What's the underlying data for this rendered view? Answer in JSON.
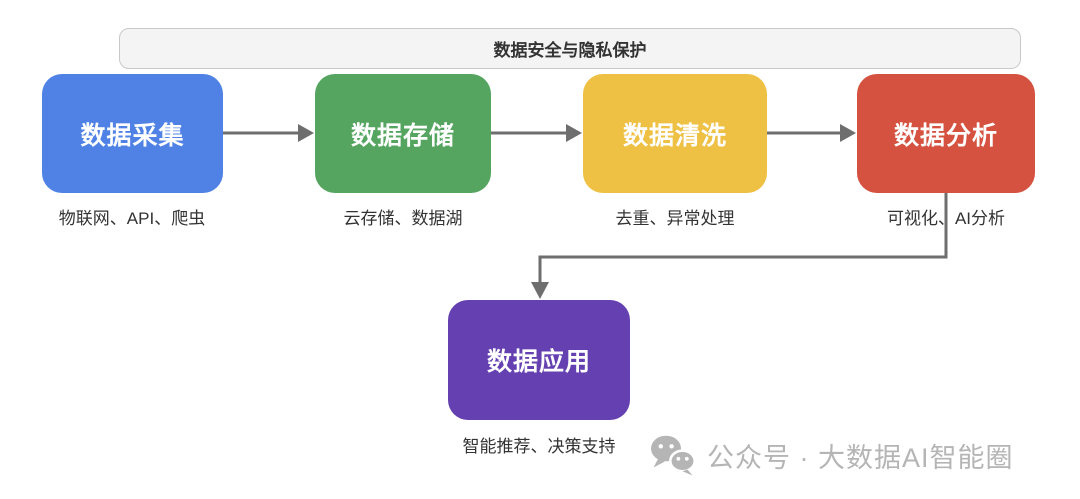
{
  "canvas": {
    "bg": "#ffffff"
  },
  "theme": {
    "text": "#333333",
    "line": "#6e6e6e"
  },
  "header": {
    "label": "数据安全与隐私保护",
    "bg": "#f4f4f5",
    "border": "#c8c8ca"
  },
  "pipeline": {
    "stages": [
      {
        "id": "collect",
        "title": "数据采集",
        "caption": "物联网、API、爬虫",
        "color": "#5082e6"
      },
      {
        "id": "store",
        "title": "数据存储",
        "caption": "云存储、数据湖",
        "color": "#55a560"
      },
      {
        "id": "clean",
        "title": "数据清洗",
        "caption": "去重、异常处理",
        "color": "#eec044"
      },
      {
        "id": "analyze",
        "title": "数据分析",
        "caption": "可视化、AI分析",
        "color": "#d55140"
      },
      {
        "id": "apply",
        "title": "数据应用",
        "caption": "智能推荐、决策支持",
        "color": "#6540b0"
      }
    ],
    "connector_color": "#6e6e6e"
  },
  "watermark": {
    "icon": "wechat-icon",
    "text": "公众号 · 大数据AI智能圈",
    "color": "#b5b5b5"
  }
}
